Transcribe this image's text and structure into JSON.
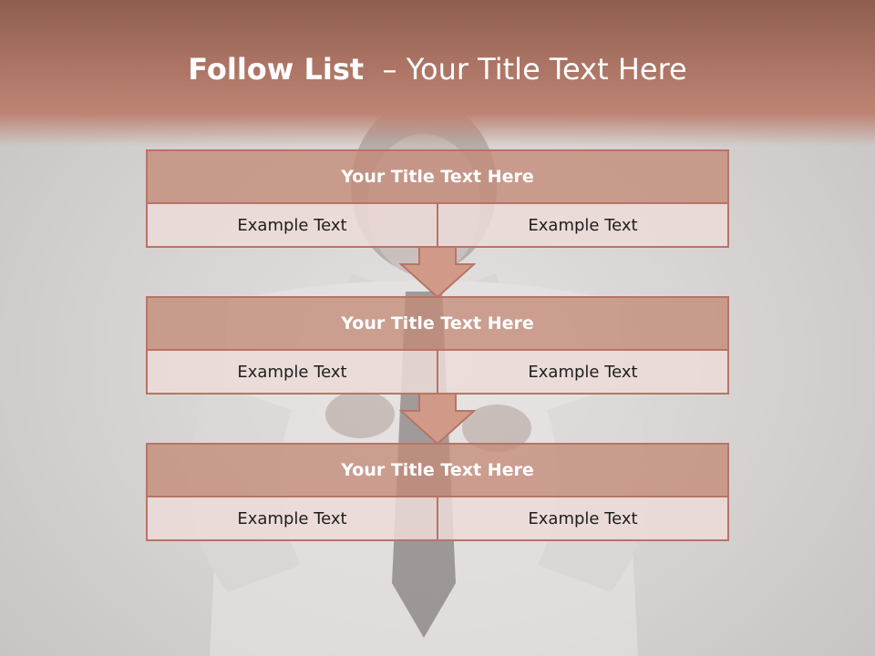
{
  "title": {
    "bold": "Follow List",
    "rest": "– Your Title Text Here"
  },
  "colors": {
    "header_band": "#ac7464",
    "block_title_fill": "#c48a78",
    "block_cell_fill": "#ecdad8",
    "border": "#b87466",
    "arrow_fill": "#d19a88"
  },
  "blocks": [
    {
      "title": "Your Title Text Here",
      "left": "Example Text",
      "right": "Example Text"
    },
    {
      "title": "Your Title Text Here",
      "left": "Example Text",
      "right": "Example Text"
    },
    {
      "title": "Your Title Text Here",
      "left": "Example Text",
      "right": "Example Text"
    }
  ]
}
